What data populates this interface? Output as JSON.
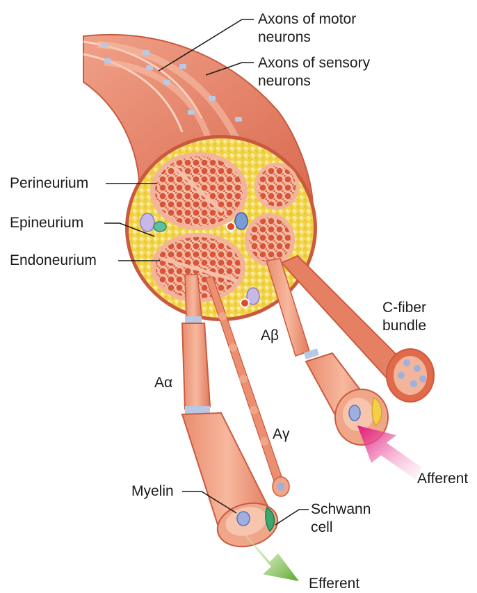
{
  "labels": {
    "axons_motor": [
      "Axons of motor",
      "neurons"
    ],
    "axons_sensory": [
      "Axons of sensory",
      "neurons"
    ],
    "perineurium": "Perineurium",
    "epineurium": "Epineurium",
    "endoneurium": "Endoneurium",
    "c_fiber": [
      "C-fiber",
      "bundle"
    ],
    "a_beta": "Aβ",
    "a_alpha": "Aα",
    "a_gamma": "Aγ",
    "myelin": "Myelin",
    "schwann": [
      "Schwann",
      "cell"
    ],
    "afferent": "Afferent",
    "efferent": "Efferent"
  },
  "colors": {
    "nerve_sheath": "#e8866a",
    "fascicle": "#e06a4a",
    "epineurium_fill": "#f4dc5a",
    "perineurium_ring": "#f2b49a",
    "myelin": "#f0a688",
    "node": "#b9c8e4",
    "afferent_arrow": "#e0157a",
    "efferent_arrow": "#6cb82e",
    "schwann_cell": "#3aa870"
  }
}
